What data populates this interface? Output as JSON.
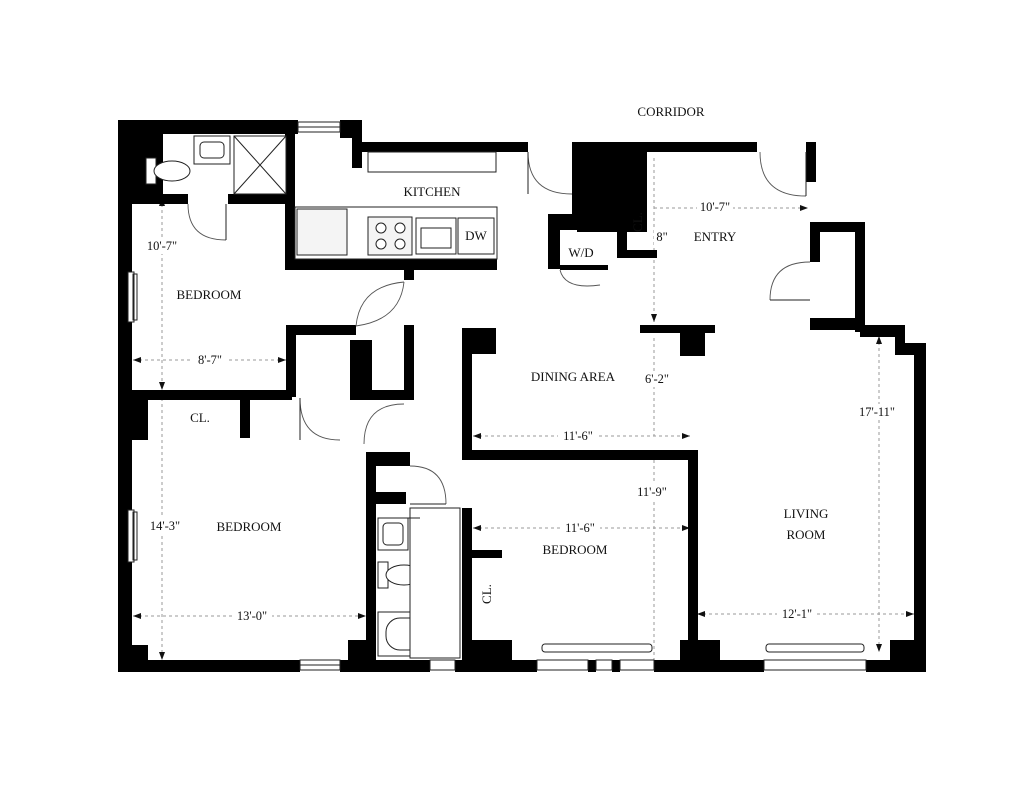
{
  "labels": {
    "corridor": "CORRIDOR",
    "kitchen": "KITCHEN",
    "dw": "DW",
    "wd": "W/D",
    "entry": "ENTRY",
    "closet_entry": "CL.",
    "bedroom_top": "BEDROOM",
    "dining": "DINING AREA",
    "closet_bedroom2": "CL.",
    "bedroom_mid": "BEDROOM",
    "bedroom_right": "BEDROOM",
    "closet_bedroom3": "CL.",
    "living_1": "LIVING",
    "living_2": "ROOM"
  },
  "dimensions": {
    "entry_width": "10'-7\"",
    "entry_depth": "8\"",
    "bedroom_top_depth": "10'-7\"",
    "bedroom_top_width": "8'-7\"",
    "dining_depth": "6'-2\"",
    "dining_width": "11'-6\"",
    "living_depth": "17'-11\"",
    "living_width": "12'-1\"",
    "bedroom_mid_depth": "14'-3\"",
    "bedroom_mid_width": "13'-0\"",
    "bedroom_right_depth": "11'-9\"",
    "bedroom_right_width": "11'-6\""
  }
}
